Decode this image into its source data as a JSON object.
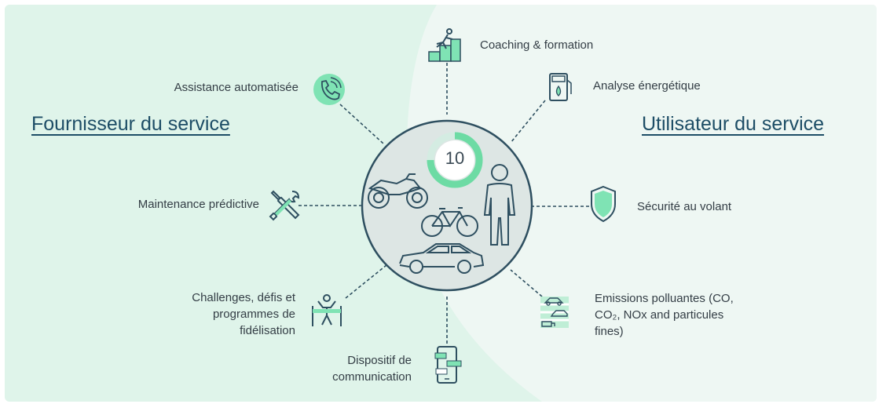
{
  "headings": {
    "provider": "Fournisseur du service",
    "user": "Utilisateur du service"
  },
  "center": {
    "score": "10",
    "items": [
      "motorcycle-icon",
      "bicycle-icon",
      "person-icon",
      "car-icon",
      "score-gauge"
    ]
  },
  "features": {
    "coaching": "Coaching & formation",
    "energy": "Analyse énergétique",
    "safety": "Sécurité au volant",
    "emissions_l1": "Emissions polluantes (CO,",
    "emissions_l2": "CO₂, NOx and particules",
    "emissions_l3": "fines)",
    "assistance": "Assistance automatisée",
    "maintenance": "Maintenance prédictive",
    "challenges_l1": "Challenges, défis et",
    "challenges_l2": "programmes de",
    "challenges_l3": "fidélisation",
    "device_l1": "Dispositif de",
    "device_l2": "communication"
  },
  "colors": {
    "left_panel": "#dff4ea",
    "right_panel": "#eef7f3",
    "accent": "#7fe3b4",
    "dark_line": "#2e4f60",
    "heading": "#1d4d66"
  }
}
